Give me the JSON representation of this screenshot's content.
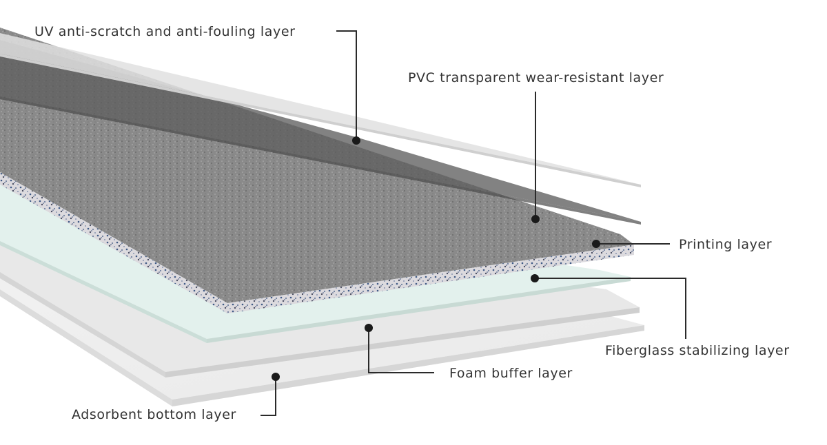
{
  "labels": {
    "uv": "UV anti-scratch and anti-fouling layer",
    "pvc": "PVC transparent wear-resistant layer",
    "printing": "Printing layer",
    "fiberglass": "Fiberglass stabilizing layer",
    "foam": "Foam buffer layer",
    "bottom": "Adsorbent bottom layer"
  },
  "colors": {
    "leader": "#2a2a2a",
    "text": "#333333",
    "uv_layer": "#e4e4e4",
    "pvc_layer": "#6e6e6e",
    "printing_layer": "#8a8a8a",
    "speckle_edge": "#d9d7dc",
    "fiberglass_layer": "#e2f0ec",
    "foam_layer": "#e6e6e6",
    "bottom_layer": "#eeeeee"
  }
}
